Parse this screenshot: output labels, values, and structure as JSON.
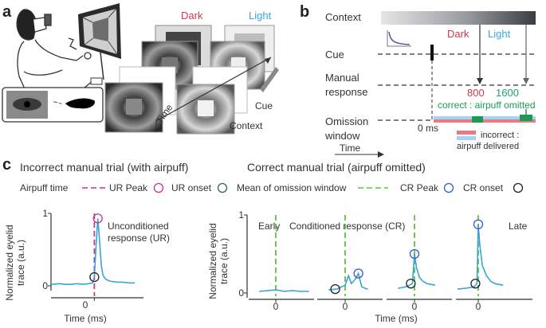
{
  "panel_a": {
    "letter": "a",
    "dark_label": "Dark",
    "light_label": "Light",
    "time_label": "Time",
    "cue_label": "Cue",
    "context_label": "Context"
  },
  "panel_b": {
    "letter": "b",
    "context_label": "Context",
    "cue_label": "Cue",
    "manual_label_1": "Manual",
    "manual_label_2": "response",
    "omission_label_1": "Omission",
    "omission_label_2": "window",
    "time_label": "Time",
    "zero_label": "0 ms",
    "dark_label": "Dark",
    "light_label": "Light",
    "t800": "800",
    "t1600": "1600",
    "correct_label": "correct : airpuff omitted",
    "incorrect_label_1": "incorrect :",
    "incorrect_label_2": "airpuff delivered"
  },
  "panel_c": {
    "letter": "c",
    "left_title": "Incorrect manual trial (with airpuff)",
    "right_title": "Correct manual trial (airpuff omitted)",
    "legend": {
      "airpuff_time": "Airpuff time",
      "ur_peak": "UR Peak",
      "ur_onset": "UR onset",
      "omission_mean": "Mean of omission window",
      "cr_peak": "CR Peak",
      "cr_onset": "CR onset"
    },
    "y_label_1": "Normalized eyelid",
    "y_label_2": "trace (a.u.)",
    "y_tick_1": "1",
    "y_tick_0": "0",
    "x_tick_0": "0",
    "x_label": "Time (ms)",
    "ur_annotation_1": "Unconditioned",
    "ur_annotation_2": "response (UR)",
    "early_label": "Early",
    "cr_annotation": "Conditioned response (CR)",
    "late_label": "Late"
  },
  "colors": {
    "dark_red": "#d0394a",
    "light_blue": "#3aa7dc",
    "teal_green": "#1aa37a",
    "magenta": "#c2398f",
    "lime_dash": "#5cc341",
    "trace": "#3ba3d6",
    "peak_blue": "#3b5bc8",
    "onset_green": "#2f6b4f",
    "bar_red": "#e87a86",
    "bar_blue": "#a7d3ee",
    "bar_green": "#1e9a55"
  },
  "chart_data": [
    {
      "type": "line",
      "title": "Incorrect manual trial (with airpuff)",
      "xlabel": "Time (ms)",
      "ylabel": "Normalized eyelid trace (a.u.)",
      "ylim": [
        0,
        1
      ],
      "x_ticks": [
        "0"
      ],
      "y_ticks": [
        "0",
        "1"
      ],
      "series": [
        {
          "x": [
            -7.5,
            -6,
            -5,
            -4,
            -3,
            -2,
            -1,
            -0.3,
            0,
            0.3,
            0.6,
            0.9,
            1.2,
            1.5,
            2,
            2.5,
            3,
            4,
            5,
            6,
            7
          ],
          "y": [
            0.02,
            0.03,
            0.02,
            0.02,
            0.03,
            0.02,
            0.03,
            0.04,
            0.12,
            0.55,
            0.93,
            0.62,
            0.28,
            0.14,
            0.09,
            0.07,
            0.06,
            0.05,
            0.05,
            0.04,
            0.04
          ]
        }
      ],
      "markers": {
        "airpuff_time": 0,
        "ur_peak": [
          0.6,
          0.93
        ],
        "ur_onset": [
          0,
          0.12
        ]
      }
    },
    {
      "type": "line",
      "title": "Correct manual trial (airpuff omitted)",
      "xlabel": "Time (ms)",
      "ylabel": "Normalized eyelid trace (a.u.)",
      "subpanels": [
        "Early",
        "Conditioned response (CR)",
        "",
        "Late"
      ],
      "x_ticks": [
        "0",
        "0",
        "0",
        "0"
      ],
      "y_ticks": [
        "0",
        "1"
      ],
      "series": [
        {
          "subpanel": 1,
          "x": [
            -4,
            -2,
            0,
            2,
            4,
            6,
            8
          ],
          "y": [
            0.02,
            0.03,
            0.04,
            0.02,
            0.03,
            0.02,
            0.02
          ]
        },
        {
          "subpanel": 2,
          "x": [
            -4,
            -2,
            0,
            0.8,
            1.5,
            2.5,
            3.2,
            4,
            4.8,
            5.5
          ],
          "y": [
            0.04,
            0.05,
            0.1,
            0.22,
            0.12,
            0.18,
            0.25,
            0.08,
            0.06,
            0.05
          ]
        },
        {
          "subpanel": 3,
          "x": [
            -4,
            -2,
            -0.5,
            0,
            0.5,
            1.2,
            2,
            3,
            4,
            5
          ],
          "y": [
            0.06,
            0.08,
            0.12,
            0.5,
            0.32,
            0.2,
            0.15,
            0.12,
            0.11,
            0.1
          ]
        },
        {
          "subpanel": 4,
          "x": [
            -5,
            -3,
            -1,
            -0.3,
            0,
            0.4,
            1,
            2,
            3,
            4,
            6
          ],
          "y": [
            0.05,
            0.06,
            0.08,
            0.12,
            0.88,
            0.6,
            0.35,
            0.22,
            0.15,
            0.12,
            0.1
          ]
        }
      ]
    }
  ]
}
